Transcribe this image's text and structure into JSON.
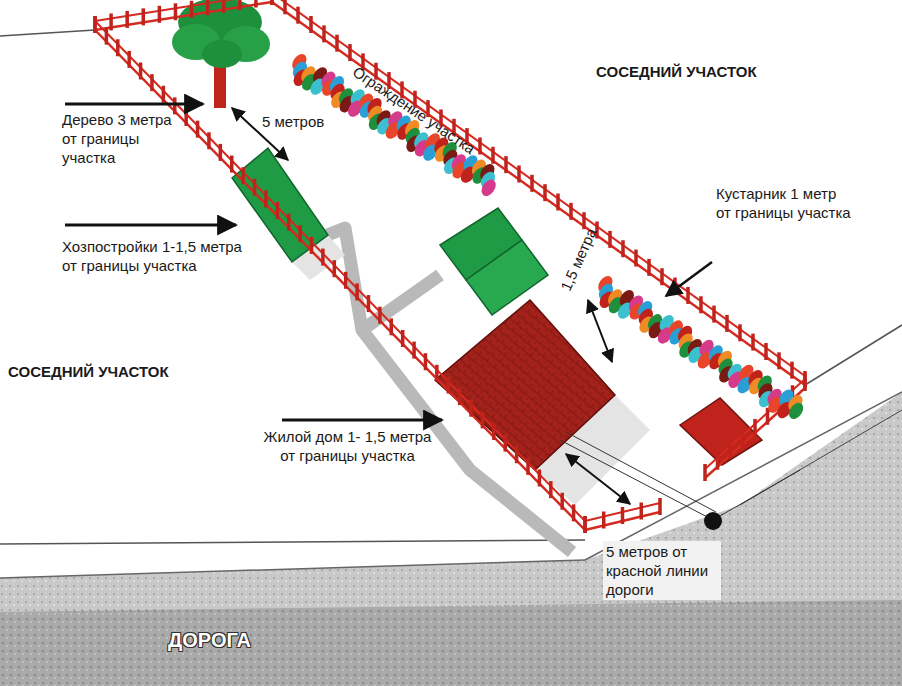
{
  "diagram": {
    "labels": [
      "Ограждение участка",
      "СОСЕДНИЙ УЧАСТОК",
      "Дерево 3 метра от границы участка",
      "5 метров",
      "Хозпостройки 1-1,5 метра от границы участка",
      "Кустарник 1 метр от границы участка",
      "1,5 метра",
      "СОСЕДНИЙ УЧАСТОК",
      "Жилой дом 1- 1,5 метра от границы участка",
      "5 метров от красной линии дороги",
      "ДОРОГА"
    ]
  }
}
